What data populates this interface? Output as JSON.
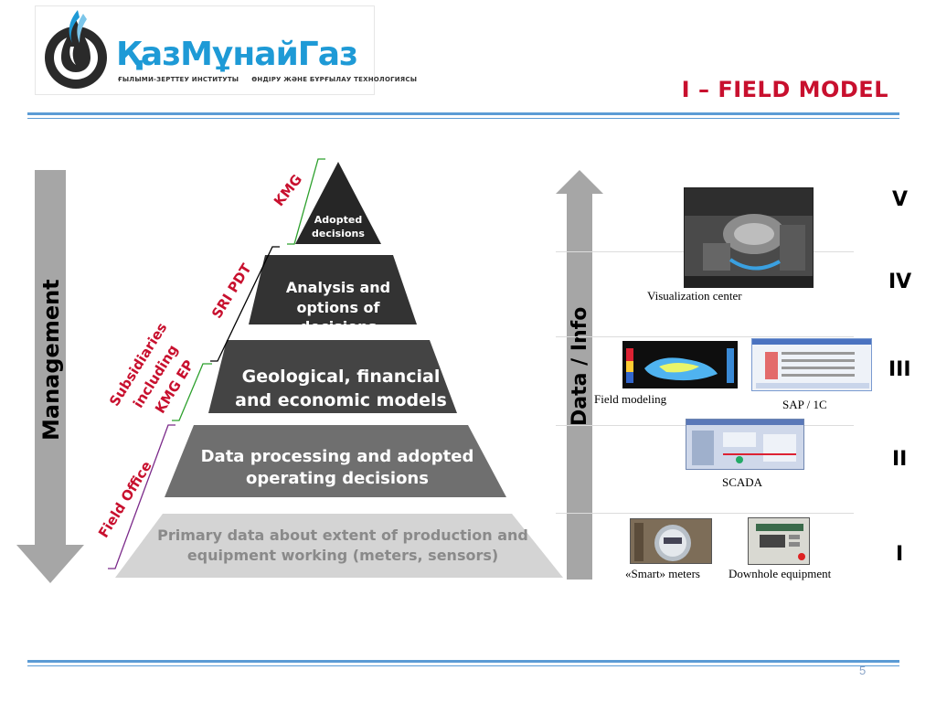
{
  "logo": {
    "wordmark": "ҚазМұнайГаз",
    "subtitle_left": "ҒЫЛЫМИ-ЗЕРТТЕУ ИНСТИТУТЫ",
    "subtitle_right": "ӨНДІРУ ЖӘНЕ БҰРҒЫЛАУ ТЕХНОЛОГИЯСЫ"
  },
  "title": "I – FIELD MODEL",
  "management_label": "Management",
  "data_info_label": "Data / Info",
  "pyramid": {
    "level5": "Adopted decisions",
    "level4": "Analysis and options of decisions",
    "level3": "Geological, financial and economic models",
    "level2": "Data processing and adopted operating decisions",
    "level1": "Primary data about extent of production and equipment working (meters, sensors)"
  },
  "side_labels": {
    "kmg": "KMG",
    "sri_pdt": "SRI PDT",
    "subsidiaries_line1": "Subsidiaries",
    "subsidiaries_line2": "including",
    "subsidiaries_line3": "KMG EP",
    "field_office": "Field Office"
  },
  "levels": [
    "V",
    "IV",
    "III",
    "II",
    "I"
  ],
  "captions": {
    "visualization_center": "Visualization center",
    "field_modeling": "Field modeling",
    "sap_1c": "SAP / 1C",
    "scada": "SCADA",
    "smart_meters": "«Smart» meters",
    "downhole_equipment": "Downhole equipment"
  },
  "page_number": "5",
  "colors": {
    "title_red": "#c8102e",
    "rule_blue": "#5b9bd5",
    "brand_blue": "#1e9ad6",
    "arrow_gray": "#a6a6a6"
  }
}
